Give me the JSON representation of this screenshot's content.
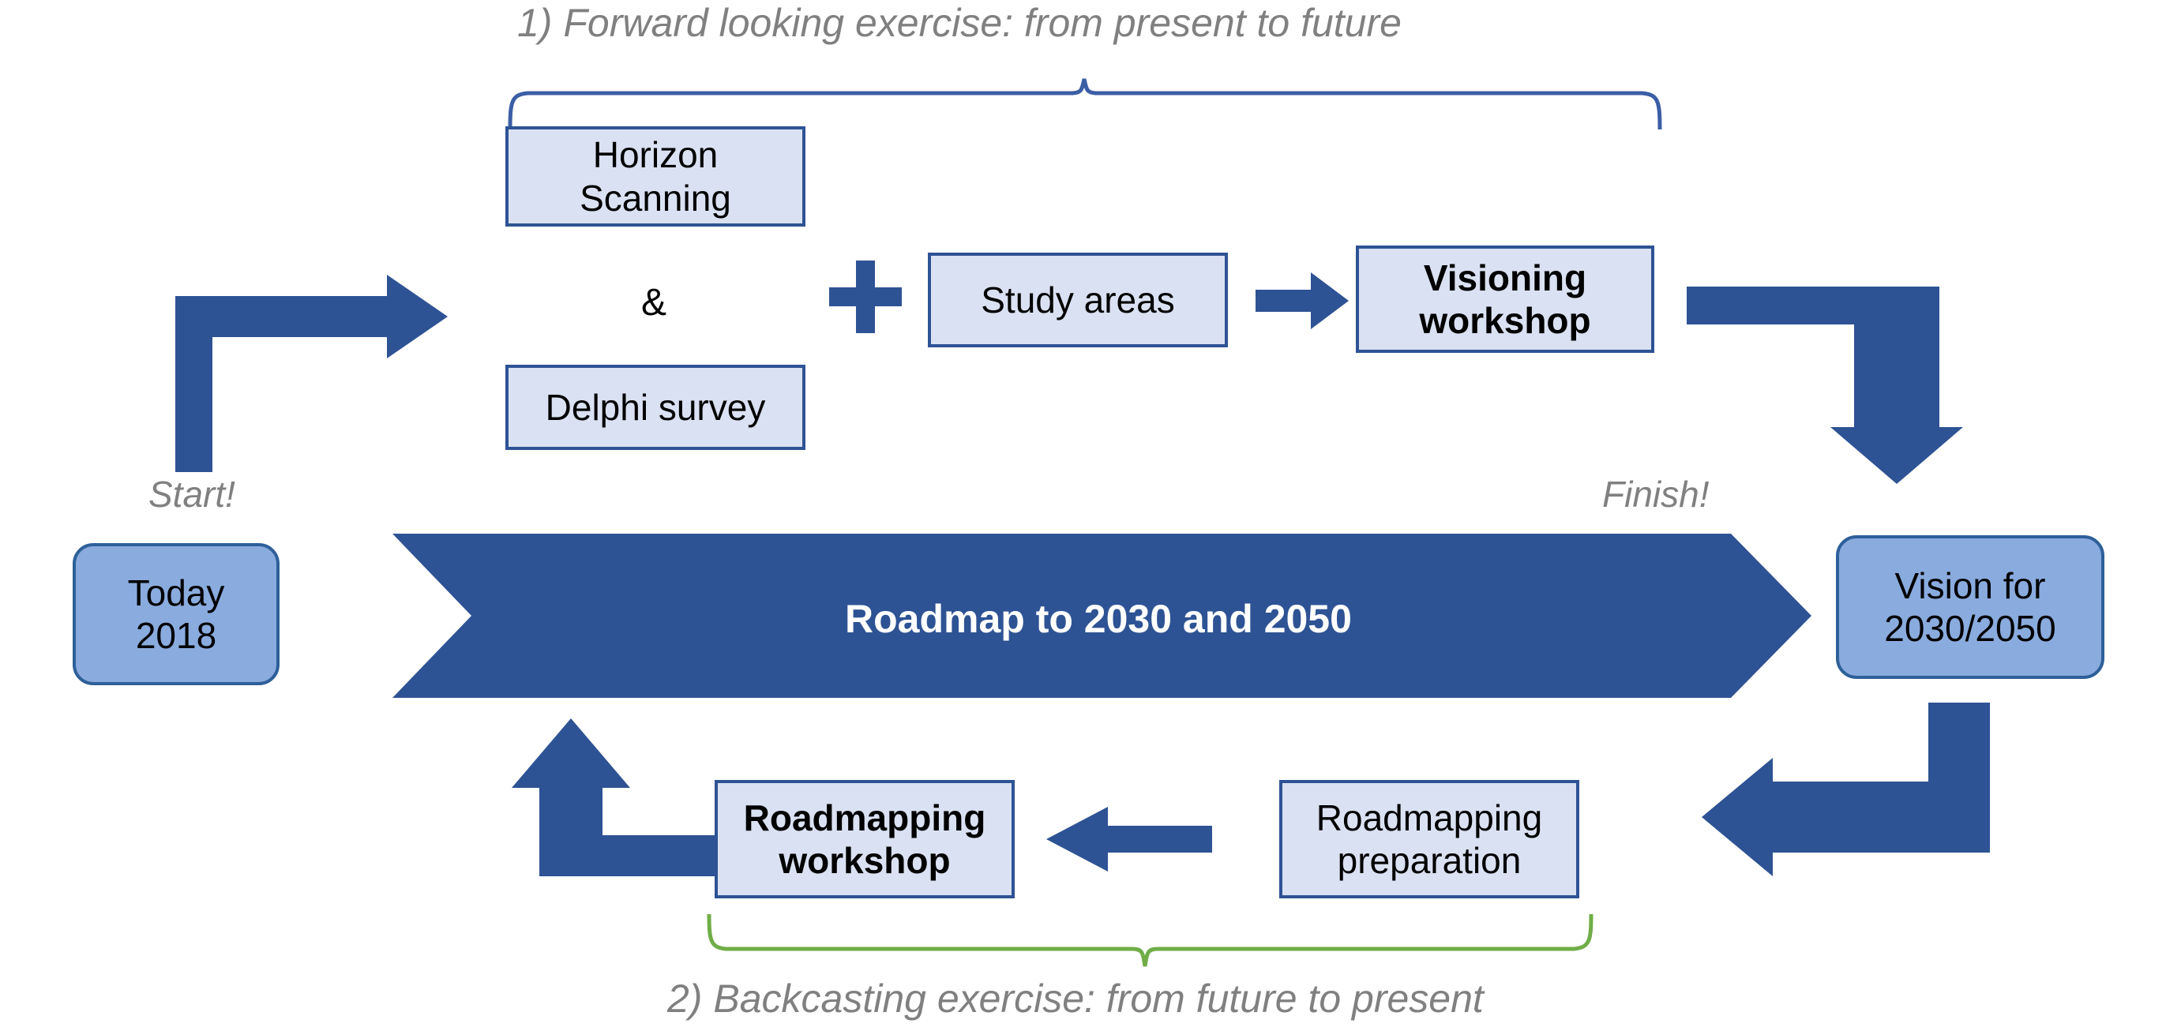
{
  "diagram": {
    "title_top": "1) Forward looking exercise: from present to future",
    "title_bottom": "2) Backcasting exercise: from future to present",
    "start_label": "Start!",
    "finish_label": "Finish!",
    "banner_label": "Roadmap to 2030 and 2050",
    "ampersand": "&",
    "plus_symbol": "plus-icon",
    "colors": {
      "dark_blue": "#2E5394",
      "light_blue_fill": "#DAE1F2",
      "medium_blue_fill": "#8AABDE",
      "brace_blue": "#3B5EA5",
      "brace_green": "#70AD47",
      "caption_gray": "#808080",
      "banner_text": "#FFFFFF"
    },
    "nodes": {
      "today": {
        "line1": "Today",
        "line2": "2018"
      },
      "horizon": {
        "line1": "Horizon",
        "line2": "Scanning"
      },
      "delphi": {
        "line1": "Delphi survey",
        "line2": ""
      },
      "study_areas": {
        "line1": "Study areas",
        "line2": ""
      },
      "visioning": {
        "line1": "Visioning",
        "line2": "workshop"
      },
      "vision": {
        "line1": "Vision for",
        "line2": "2030/2050"
      },
      "roadmapping_prep": {
        "line1": "Roadmapping",
        "line2": "preparation"
      },
      "roadmapping_ws": {
        "line1": "Roadmapping",
        "line2": "workshop"
      }
    }
  }
}
